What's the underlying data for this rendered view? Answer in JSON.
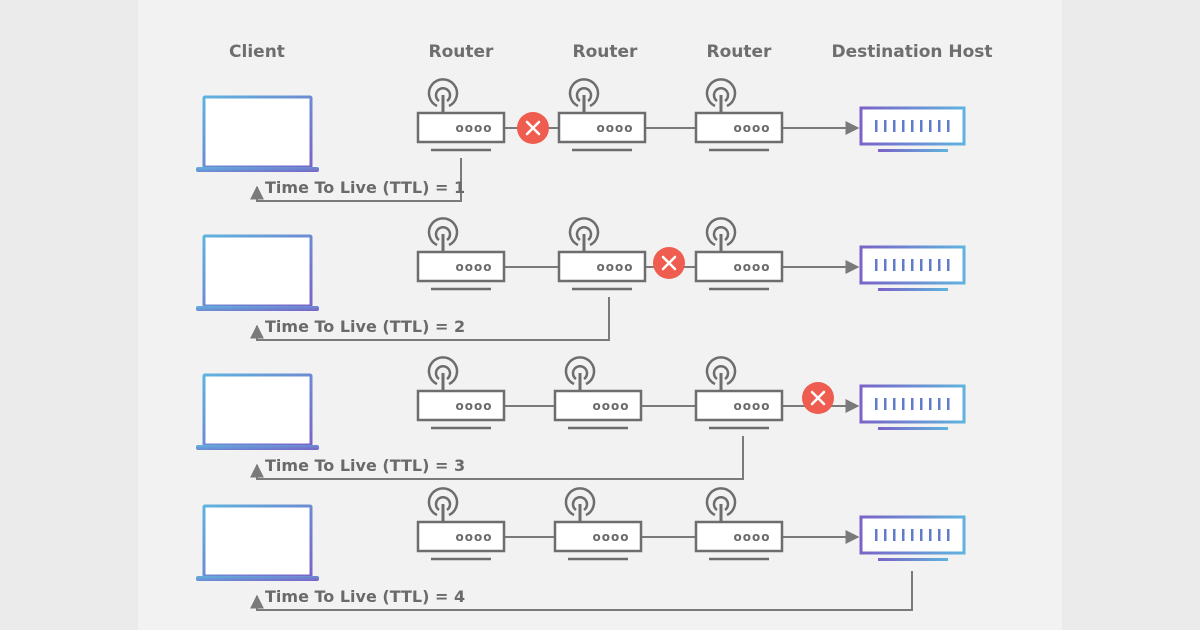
{
  "headers": {
    "client": "Client",
    "router_1": "Router",
    "router_2": "Router",
    "router_3": "Router",
    "destination": "Destination Host"
  },
  "router_indicator": "oooo",
  "rows": [
    {
      "ttl_label": "Time To Live (TTL) = 1",
      "drop_after_hop": 1
    },
    {
      "ttl_label": "Time To Live (TTL) = 2",
      "drop_after_hop": 2
    },
    {
      "ttl_label": "Time To Live (TTL) = 3",
      "drop_after_hop": 3
    },
    {
      "ttl_label": "Time To Live (TTL) = 4",
      "drop_after_hop": null
    }
  ],
  "colors": {
    "background": "#ebebeb",
    "panel": "#f2f2f2",
    "device_stroke": "#6d6d6d",
    "laptop_gradient_top": "#5fb3de",
    "laptop_gradient_bottom": "#7a63c7",
    "drop_marker": "#ee5d4f",
    "line": "#7a7a7a"
  },
  "icons": {
    "client": "laptop-icon",
    "router": "router-icon",
    "destination": "server-icon",
    "drop": "x-circle-icon"
  }
}
